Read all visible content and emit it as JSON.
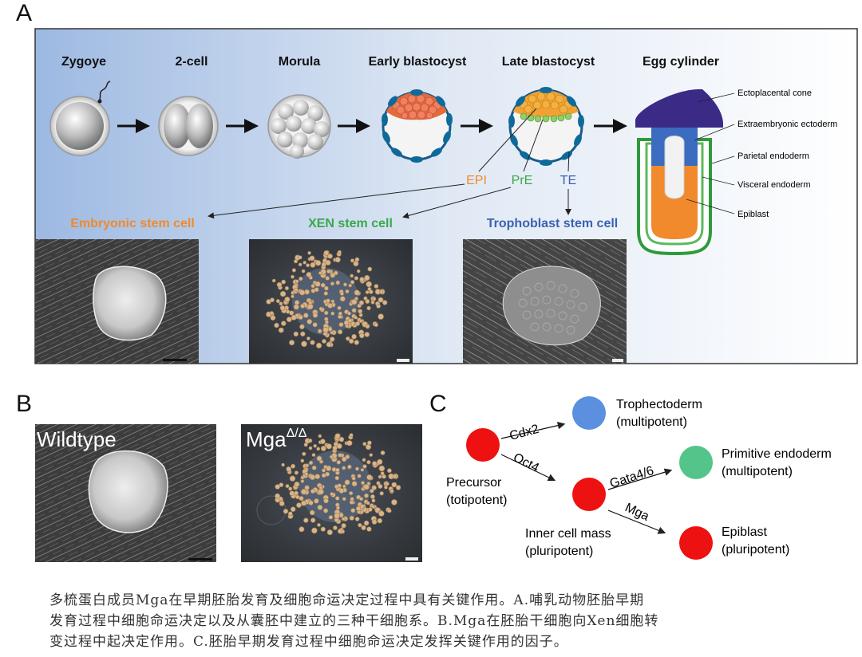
{
  "panels": {
    "a": "A",
    "b": "B",
    "c": "C"
  },
  "stages": [
    "Zygoye",
    "2-cell",
    "Morula",
    "Early blastocyst",
    "Late blastocyst",
    "Egg cylinder"
  ],
  "lineages": {
    "epi": "EPI",
    "pre": "PrE",
    "te": "TE"
  },
  "stem_cells": {
    "es": "Embryonic stem cell",
    "xen": "XEN stem cell",
    "ts": "Trophoblast stem cell"
  },
  "egg_cylinder_labels": [
    "Ectoplacental cone",
    "Extraembryonic ectoderm",
    "Parietal endoderm",
    "Visceral endoderm",
    "Epiblast"
  ],
  "panel_b": {
    "wildtype": "Wildtype",
    "mutant": "Mga",
    "mutant_sup": "Δ/Δ"
  },
  "panel_c": {
    "precursor": [
      "Precursor",
      "(totipotent)"
    ],
    "icm": [
      "Inner cell mass",
      "(pluripotent)"
    ],
    "te": [
      "Trophectoderm",
      "(multipotent)"
    ],
    "pe": [
      "Primitive endoderm",
      "(multipotent)"
    ],
    "epi": [
      "Epiblast",
      "(pluripotent)"
    ],
    "factors": {
      "cdx2": "Cdx2",
      "oct4": "Oct4",
      "gata": "Gata4/6",
      "mga": "Mga"
    }
  },
  "colors": {
    "epi": "#f08a2c",
    "pre": "#3aa84a",
    "te": "#3a62b0",
    "node_red": "#ee1111",
    "node_blue": "#5b8fe0",
    "node_green": "#55c48a",
    "cone": "#3b2a86",
    "ecto": "#3b6cc0"
  },
  "caption": [
    "多梳蛋白成员Mga在早期胚胎发育及细胞命运决定过程中具有关键作用。A.哺乳动物胚胎早期",
    "发育过程中细胞命运决定以及从囊胚中建立的三种干细胞系。B.Mga在胚胎干细胞向Xen细胞转",
    "变过程中起决定作用。C.胚胎早期发育过程中细胞命运决定发挥关键作用的因子。"
  ]
}
